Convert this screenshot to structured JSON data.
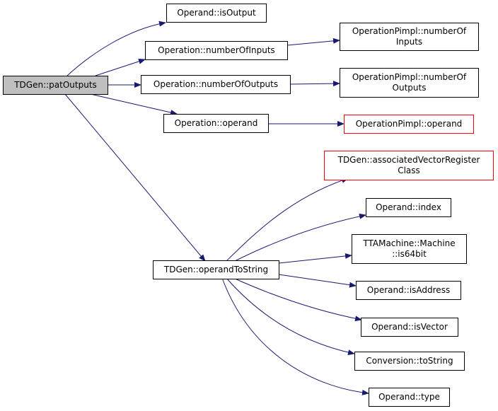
{
  "colors": {
    "edge": "#191970",
    "root_fill": "#bfbfbf",
    "node_border": "#000000",
    "external_border": "#ff0000"
  },
  "nodes": {
    "root": "TDGen::patOutputs",
    "is_output": "Operand::isOutput",
    "number_of_inputs": "Operation::numberOfInputs",
    "number_of_outputs": "Operation::numberOfOutputs",
    "operand": "Operation::operand",
    "operand_to_string": "TDGen::operandToString",
    "pimpl_number_of_inputs": "OperationPimpl::numberOf\nInputs",
    "pimpl_number_of_outputs": "OperationPimpl::numberOf\nOutputs",
    "pimpl_operand": "OperationPimpl::operand",
    "associated_vector_register_class": "TDGen::associatedVectorRegister\nClass",
    "operand_index": "Operand::index",
    "machine_is64bit": "TTAMachine::Machine\n::is64bit",
    "is_address": "Operand::isAddress",
    "is_vector": "Operand::isVector",
    "conversion_to_string": "Conversion::toString",
    "operand_type": "Operand::type"
  }
}
